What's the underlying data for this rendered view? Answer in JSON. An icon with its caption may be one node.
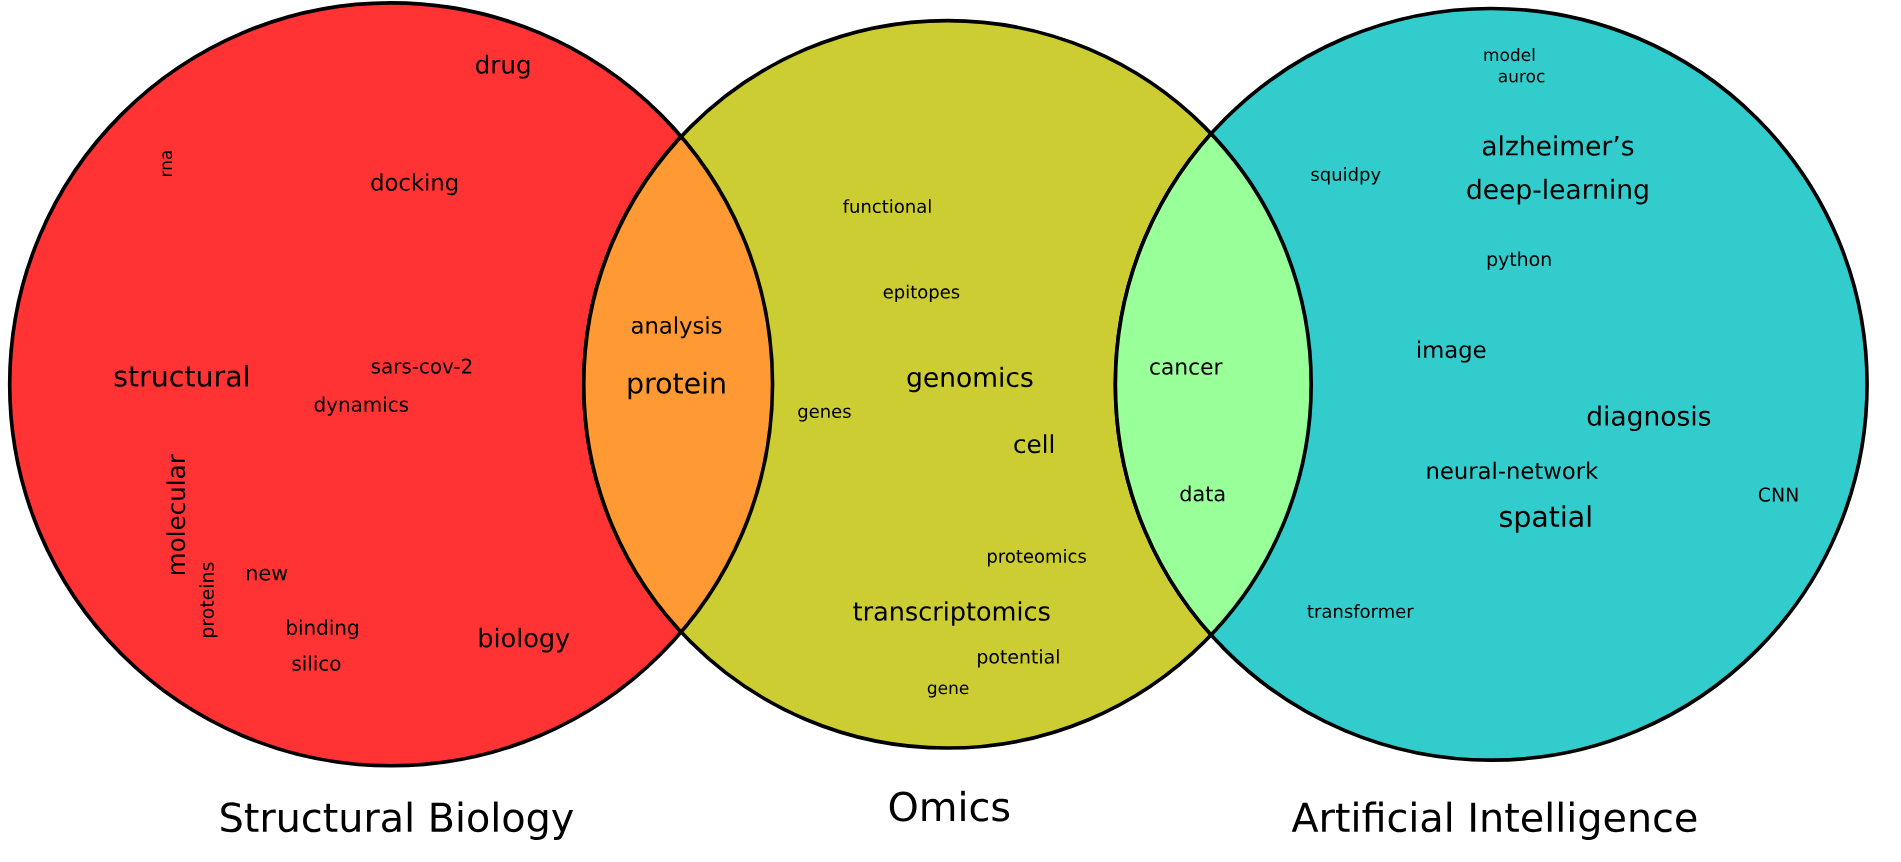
{
  "diagram": {
    "nodes": [
      {
        "text": [
          "Structural Biology"
        ]
      },
      {
        "text": [
          "Omics"
        ]
      },
      {
        "text": [
          "Artificial Intelligence"
        ]
      }
    ],
    "edges": [],
    "labels": [
      "drug",
      "rna",
      "docking",
      "functional",
      "model",
      "auroc",
      "alzheimer’s",
      "squidpy",
      "deep-learning",
      "python",
      "epitopes",
      "analysis",
      "image",
      "structural",
      "sars-cov-2",
      "protein",
      "cancer",
      "genomics",
      "dynamics",
      "genes",
      "diagnosis",
      "cell",
      "neural-network",
      "data",
      "CNN",
      "spatial",
      "molecular",
      "proteins",
      "proteomics",
      "new",
      "transcriptomics",
      "transformer",
      "biology",
      "binding",
      "silico",
      "potential",
      "gene"
    ]
  }
}
